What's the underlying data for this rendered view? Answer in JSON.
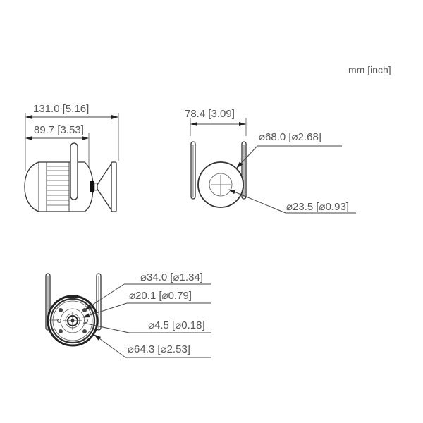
{
  "units_label": "mm [inch]",
  "side_view": {
    "overall_length": "131.0 [5.16]",
    "body_length": "89.7 [3.53]"
  },
  "rear_view": {
    "antenna_span": "78.4 [3.09]",
    "base_diameter": "⌀68.0 [⌀2.68]",
    "hole_diameter": "⌀23.5 [⌀0.93]"
  },
  "front_view": {
    "diameter_1": "⌀34.0 [⌀1.34]",
    "diameter_2": "⌀20.1 [⌀0.79]",
    "diameter_3": "⌀4.5 [⌀0.18]",
    "diameter_4": "⌀64.3 [⌀2.53]"
  },
  "colors": {
    "line": "#444444",
    "text": "#555555",
    "background": "#ffffff"
  }
}
